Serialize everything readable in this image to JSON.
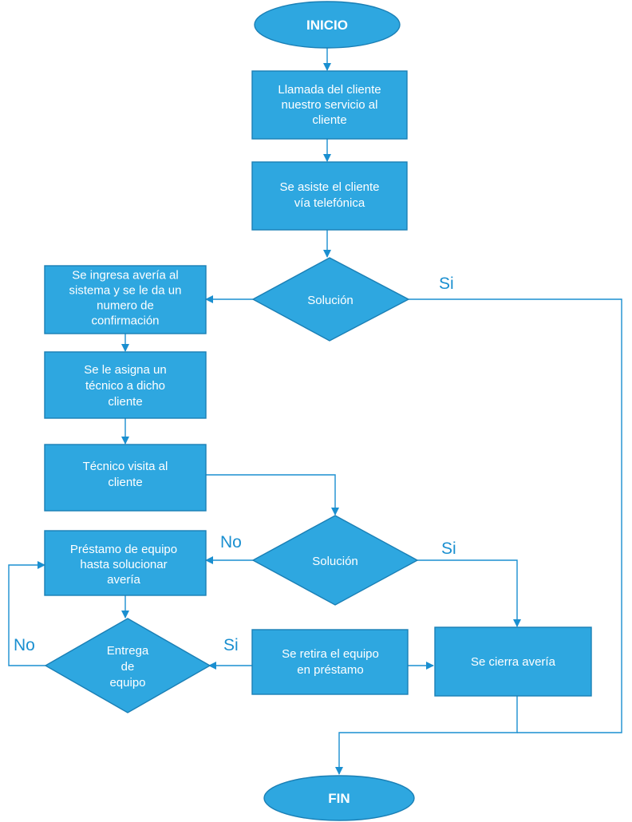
{
  "nodes": {
    "inicio": {
      "text": "INICIO"
    },
    "llamada": {
      "lines": [
        "Llamada del cliente",
        "nuestro servicio al",
        "cliente"
      ]
    },
    "asiste": {
      "lines": [
        "Se asiste el cliente",
        "vía telefónica"
      ]
    },
    "solucion1": {
      "text": "Solución"
    },
    "ingresa": {
      "lines": [
        "Se ingresa avería al",
        "sistema y se le da un",
        "numero de",
        "confirmación"
      ]
    },
    "asigna": {
      "lines": [
        "Se le asigna un",
        "técnico a dicho",
        "cliente"
      ]
    },
    "visita": {
      "lines": [
        "Técnico visita al",
        "cliente"
      ]
    },
    "solucion2": {
      "text": "Solución"
    },
    "prestamo": {
      "lines": [
        "Préstamo de equipo",
        "hasta solucionar",
        "avería"
      ]
    },
    "entrega": {
      "lines": [
        "Entrega",
        "de",
        "equipo"
      ]
    },
    "retira": {
      "lines": [
        "Se retira el equipo",
        "en préstamo"
      ]
    },
    "cierra": {
      "text": "Se cierra avería"
    },
    "fin": {
      "text": "FIN"
    }
  },
  "edge_labels": {
    "solucion1_si": "Si",
    "solucion2_no": "No",
    "solucion2_si": "Si",
    "entrega_no": "No",
    "entrega_si": "Si"
  },
  "colors": {
    "fill": "#2ea7e0",
    "stroke": "#1a7fb5",
    "connector": "#1a8fd0",
    "text": "#ffffff"
  }
}
